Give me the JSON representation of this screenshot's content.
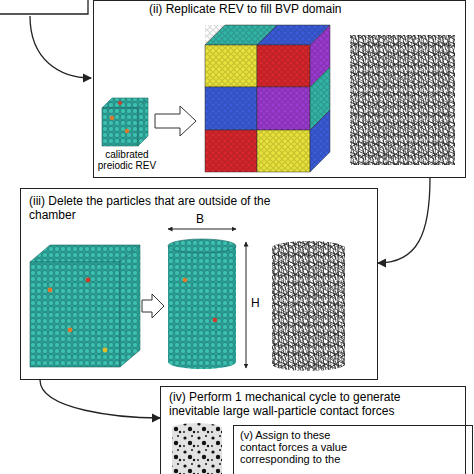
{
  "diagram": {
    "nodes": [
      {
        "text": [
          "(ii) Replicate REV to fill BVP domain"
        ]
      },
      {
        "text": [
          "(iii) Delete the particles that are outside of the chamber"
        ]
      },
      {
        "text": [
          "(iv) Perform 1 mechanical cycle to generate inevitable large wall-particle contact forces"
        ]
      },
      {
        "text": [
          "(v) Assign to these contact forces a value corresponding to the"
        ],
        "in": 2
      }
    ],
    "edges": [
      {
        "from": 0,
        "to": 1,
        "arrow": "to"
      },
      {
        "from": 1,
        "to": 2,
        "arrow": "to"
      }
    ],
    "labels": [
      "calibrated preiodic REV",
      "B",
      "H"
    ]
  }
}
